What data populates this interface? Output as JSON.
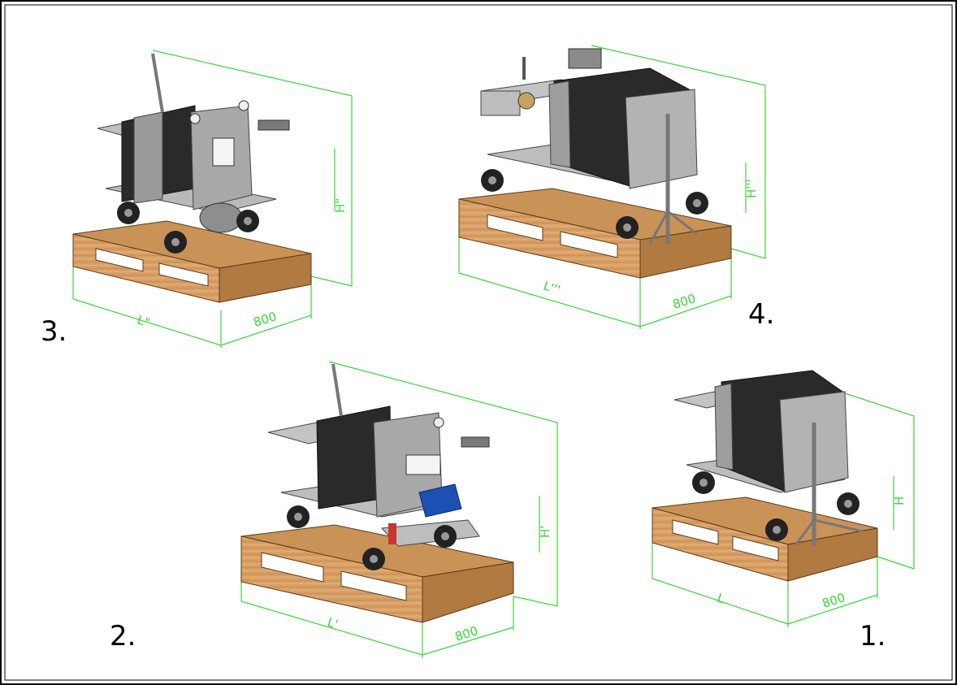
{
  "diagram": {
    "accent_color": "#3bd43b",
    "panels": [
      {
        "id": "3",
        "number_label": "3.",
        "length_label": "L\"",
        "width_label": "800",
        "height_label": "H\""
      },
      {
        "id": "4",
        "number_label": "4.",
        "length_label": "L'''",
        "width_label": "800",
        "height_label": "H'''"
      },
      {
        "id": "2",
        "number_label": "2.",
        "length_label": "L'",
        "width_label": "800",
        "height_label": "H'"
      },
      {
        "id": "1",
        "number_label": "1.",
        "length_label": "L",
        "width_label": "800",
        "height_label": "H"
      }
    ]
  }
}
